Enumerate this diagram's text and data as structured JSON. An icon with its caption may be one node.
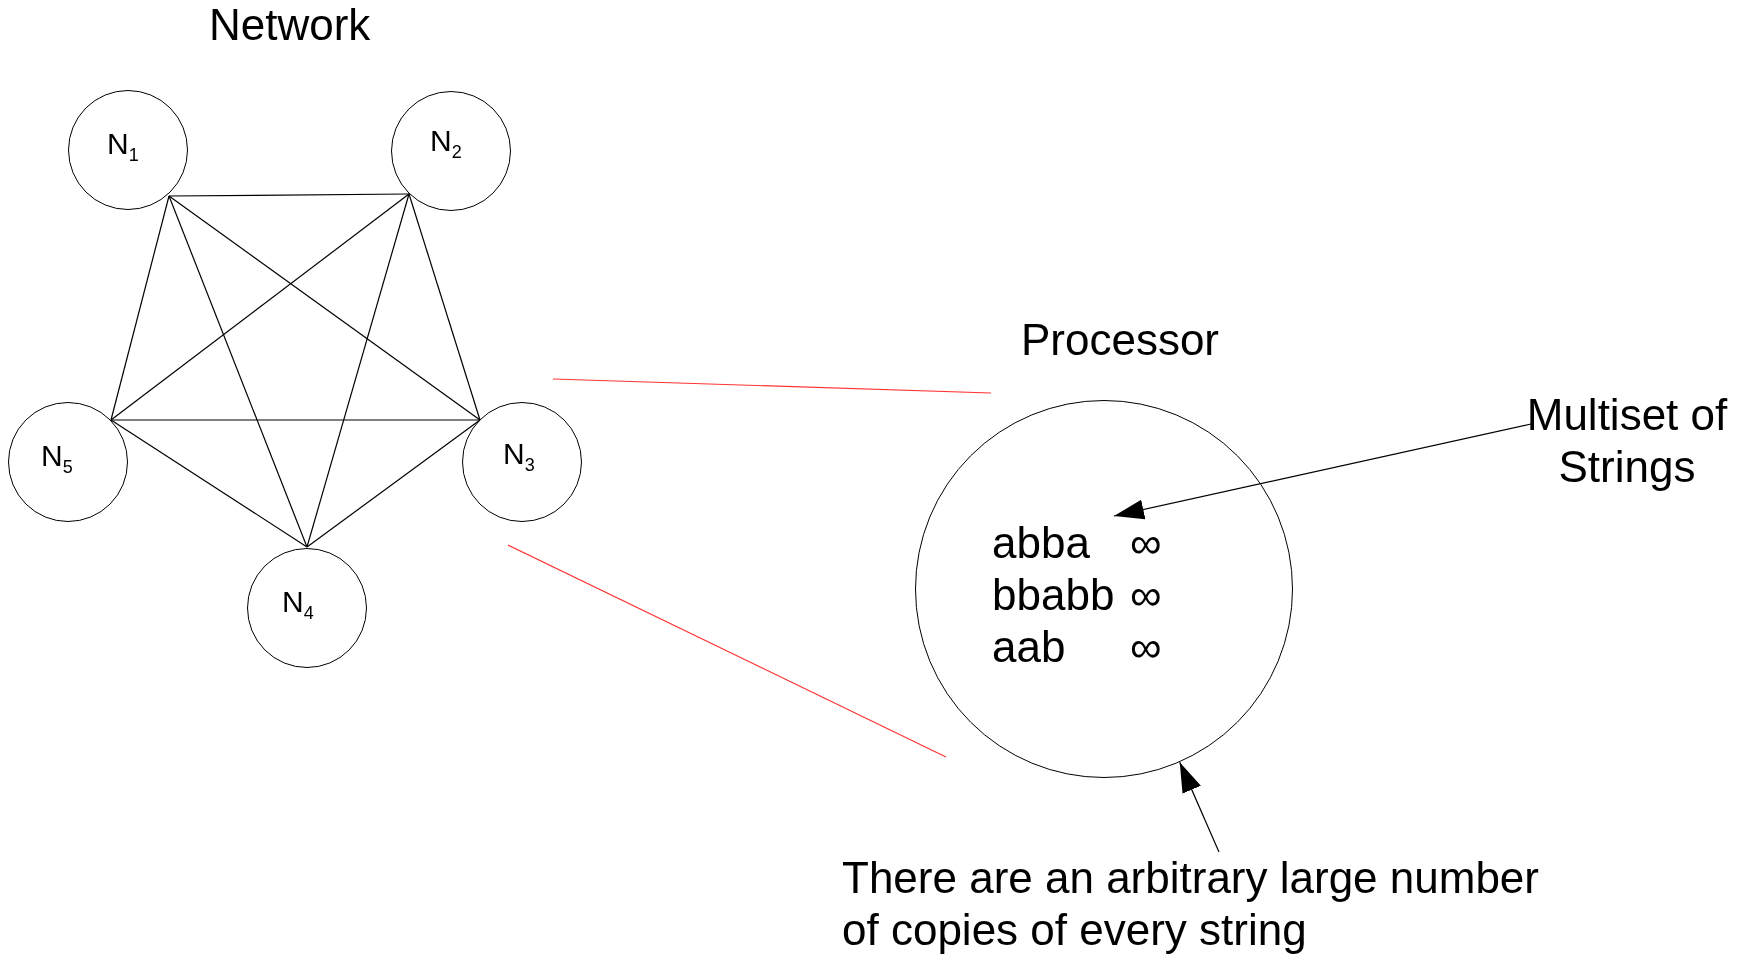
{
  "diagram": {
    "title": "Network",
    "nodes": [
      {
        "text": [
          "N$_{1}$"
        ]
      },
      {
        "text": [
          "N$_{2}$"
        ]
      },
      {
        "text": [
          "N$_{3}$"
        ]
      },
      {
        "text": [
          "N$_{4}$"
        ]
      },
      {
        "text": [
          "N$_{5}$"
        ]
      },
      {
        "text": [
          "Processor"
        ]
      },
      {
        "text": [
          "abba",
          "∞",
          "bbabb",
          "∞",
          "aab",
          "∞"
        ],
        "in": 5
      },
      {
        "text": [
          "Multiset of Strings"
        ]
      },
      {
        "text": [
          "There are an arbitrary large number of copies of every string"
        ]
      }
    ],
    "edges": [
      {
        "from": 0,
        "to": 1,
        "arrow": "none"
      },
      {
        "from": 0,
        "to": 2,
        "arrow": "none"
      },
      {
        "from": 0,
        "to": 3,
        "arrow": "none"
      },
      {
        "from": 0,
        "to": 4,
        "arrow": "none"
      },
      {
        "from": 1,
        "to": 2,
        "arrow": "none"
      },
      {
        "from": 1,
        "to": 3,
        "arrow": "none"
      },
      {
        "from": 1,
        "to": 4,
        "arrow": "none"
      },
      {
        "from": 2,
        "to": 3,
        "arrow": "none"
      },
      {
        "from": 2,
        "to": 4,
        "arrow": "none"
      },
      {
        "from": 3,
        "to": 4,
        "arrow": "none"
      },
      {
        "from": 7,
        "to": 6,
        "arrow": "to"
      },
      {
        "from": 8,
        "to": 5,
        "arrow": "to"
      }
    ]
  }
}
